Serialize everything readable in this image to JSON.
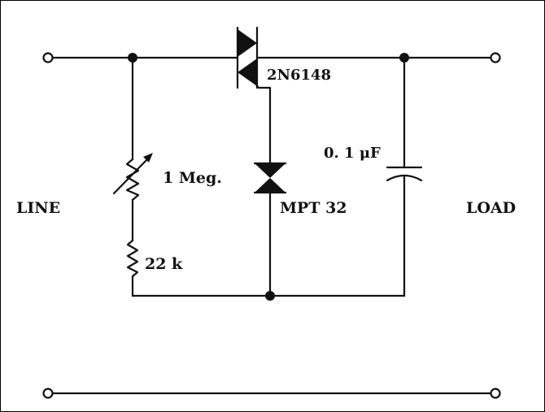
{
  "labels": {
    "line": "LINE",
    "load": "LOAD",
    "triac": "2N6148",
    "diac": "MPT 32",
    "pot": "1 Meg.",
    "resistor": "22 k",
    "capacitor": "0. 1 μF"
  },
  "colors": {
    "ink": "#111111",
    "background": "#ffffff"
  }
}
